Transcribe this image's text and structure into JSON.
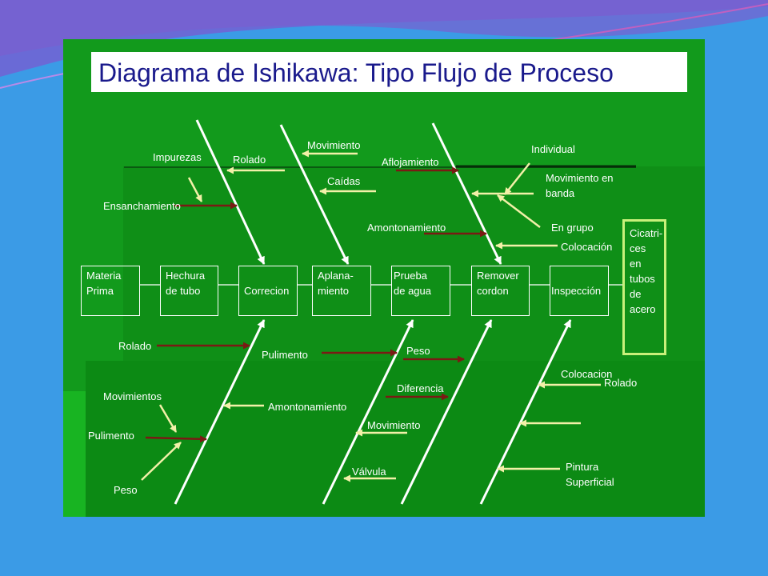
{
  "title": "Diagrama de Ishikawa: Tipo Flujo de Proceso",
  "colors": {
    "slide_bg": "#129a1c",
    "cause_arrow": "#7a1a14",
    "sub_arrow": "#f2f0a8",
    "bone": "#ffffff",
    "final_border": "#c8f07a",
    "title_text": "#1a1a8c"
  },
  "process": {
    "steps": [
      {
        "line1": "Materia",
        "line2": "Prima"
      },
      {
        "line1": "Hechura",
        "line2": "de tubo"
      },
      {
        "line1": "Correcion",
        "line2": ""
      },
      {
        "line1": "Aplana-",
        "line2": "miento"
      },
      {
        "line1": "Prueba",
        "line2": "de agua"
      },
      {
        "line1": "Remover",
        "line2": "cordon"
      },
      {
        "line1": "Inspección",
        "line2": ""
      }
    ],
    "result": [
      "Cicatri-",
      "ces en",
      "tubos",
      "de",
      "acero"
    ]
  },
  "causes": {
    "impurezas": "Impurezas",
    "rolado_top": "Rolado",
    "ensanchamiento": "Ensanchamiento",
    "movimiento_top": "Movimiento",
    "caidas": "Caídas",
    "aflojamiento": "Aflojamiento",
    "individual": "Individual",
    "movimiento_banda_1": "Movimiento en",
    "movimiento_banda_2": "banda",
    "amontonamiento_top": "Amontonamiento",
    "en_grupo": "En grupo",
    "colocacion_top": "Colocación",
    "rolado_bottom": "Rolado",
    "pulimento_mid": "Pulimento",
    "peso_mid": "Peso",
    "movimientos": "Movimientos",
    "amontonamiento_bottom": "Amontonamiento",
    "diferencia": "Diferencia",
    "pulimento_bottom": "Pulimento",
    "movimiento_bottom": "Movimiento",
    "peso_bottom": "Peso",
    "valvula": "Válvula",
    "colocacion_bottom": "Colocacion",
    "rolado_right": "Rolado",
    "pintura_1": "Pintura",
    "pintura_2": "Superficial"
  }
}
